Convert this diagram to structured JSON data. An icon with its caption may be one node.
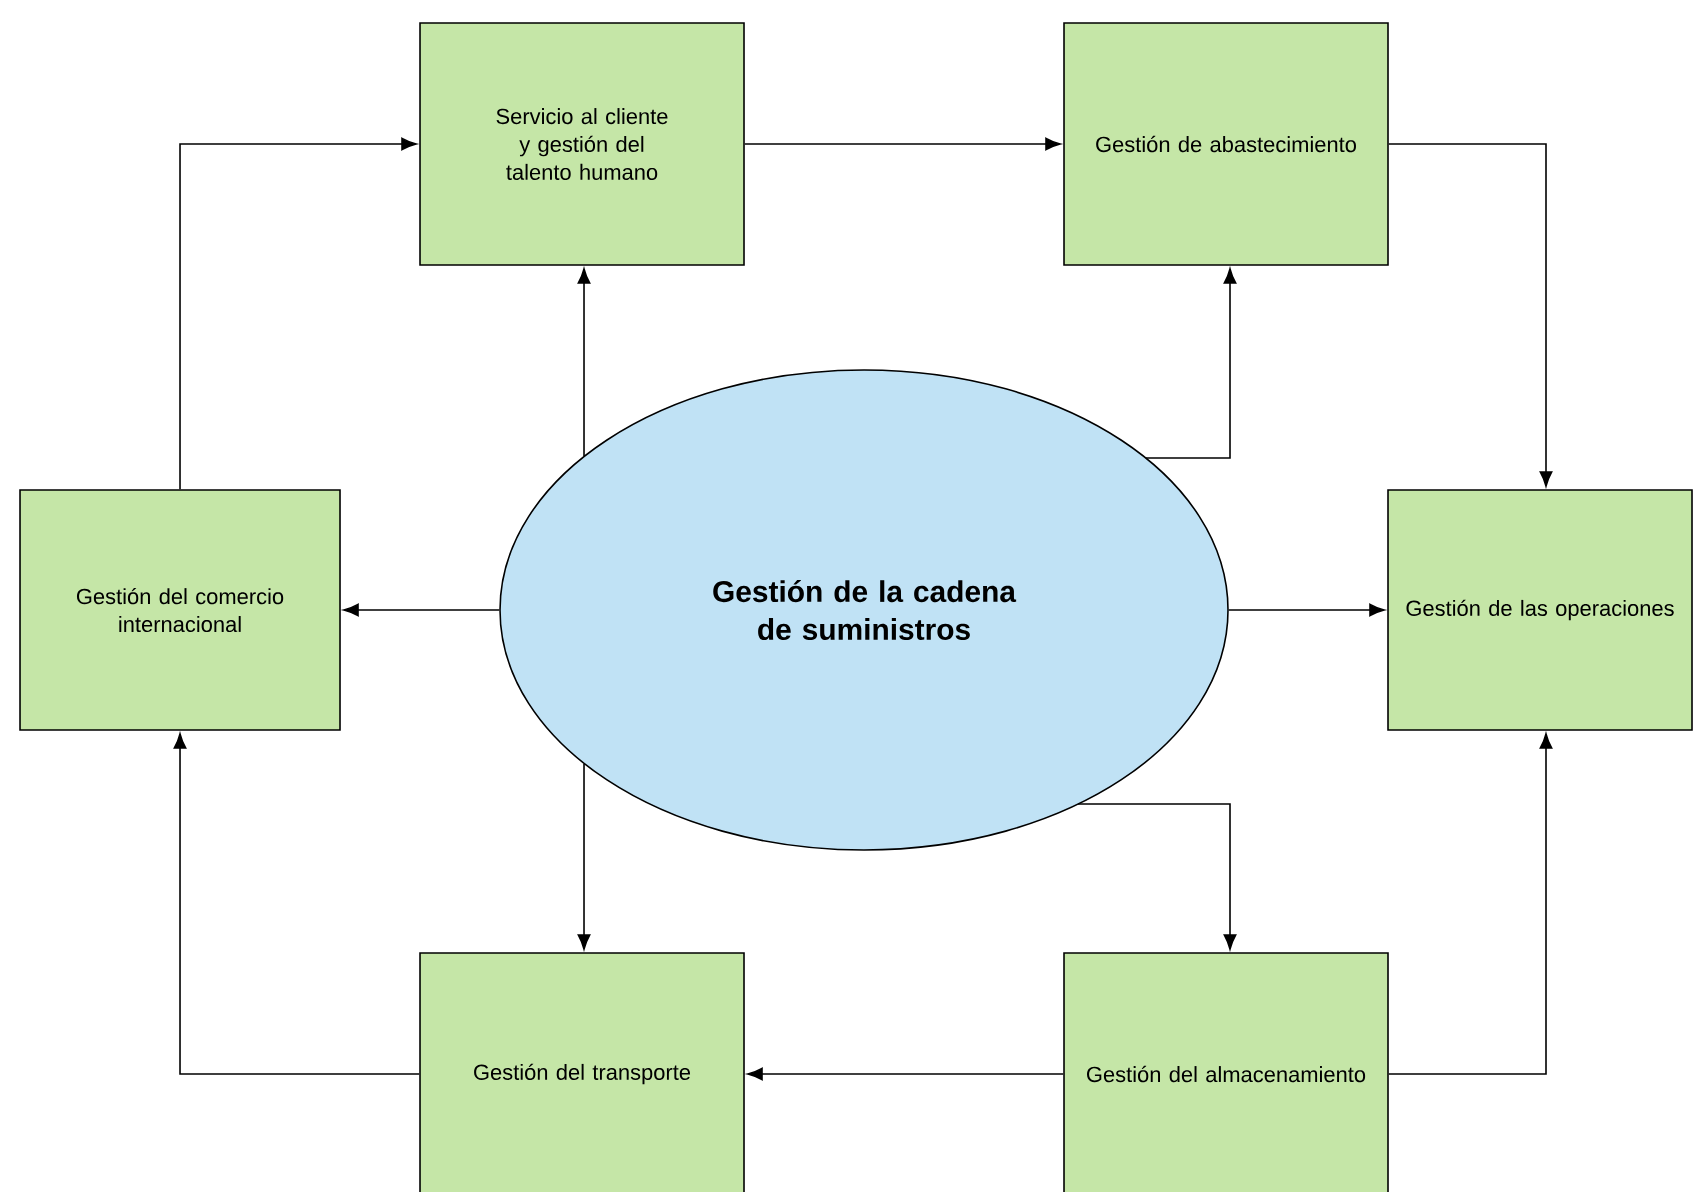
{
  "diagram": {
    "nodes": [
      {
        "text": [
          "Servicio al cliente y gestión del talento humano"
        ]
      },
      {
        "text": [
          "Gestión de abastecimiento"
        ]
      },
      {
        "text": [
          "Gestión del comercio internacional"
        ]
      },
      {
        "text": [
          "Gestión de la cadena de suministros"
        ]
      },
      {
        "text": [
          "Gestión de las operaciones"
        ]
      },
      {
        "text": [
          "Gestión del transporte"
        ]
      },
      {
        "text": [
          "Gestión del almacenamiento"
        ]
      }
    ],
    "edges": [
      {
        "from": 3,
        "to": 0,
        "arrow": "to"
      },
      {
        "from": 3,
        "to": 1,
        "arrow": "to"
      },
      {
        "from": 3,
        "to": 2,
        "arrow": "to"
      },
      {
        "from": 3,
        "to": 4,
        "arrow": "to"
      },
      {
        "from": 3,
        "to": 5,
        "arrow": "to"
      },
      {
        "from": 3,
        "to": 6,
        "arrow": "to"
      },
      {
        "from": 2,
        "to": 0,
        "arrow": "to"
      },
      {
        "from": 0,
        "to": 1,
        "arrow": "to"
      },
      {
        "from": 1,
        "to": 4,
        "arrow": "to"
      },
      {
        "from": 6,
        "to": 5,
        "arrow": "to"
      },
      {
        "from": 5,
        "to": 2,
        "arrow": "to"
      },
      {
        "from": 6,
        "to": 4,
        "arrow": "to"
      }
    ]
  }
}
